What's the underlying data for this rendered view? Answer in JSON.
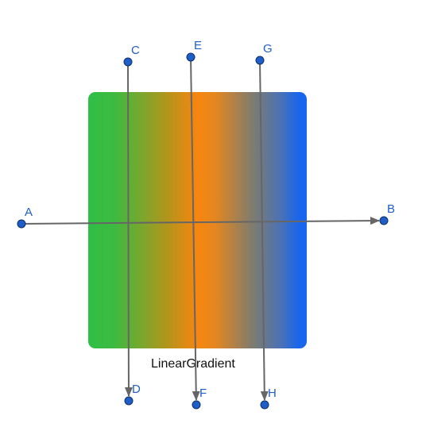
{
  "caption": "LinearGradient",
  "colors": {
    "point_fill": "#1f5ec8",
    "point_stroke": "#0f2f66",
    "line": "#666666",
    "label": "#1f5ec8",
    "gradient_stops": [
      "#2fbf46",
      "#f7850e",
      "#1766ef"
    ]
  },
  "points": [
    {
      "id": "A",
      "label": "A"
    },
    {
      "id": "B",
      "label": "B"
    },
    {
      "id": "C",
      "label": "C"
    },
    {
      "id": "D",
      "label": "D"
    },
    {
      "id": "E",
      "label": "E"
    },
    {
      "id": "F",
      "label": "F"
    },
    {
      "id": "G",
      "label": "G"
    },
    {
      "id": "H",
      "label": "H"
    }
  ],
  "vectors": [
    {
      "from": "A",
      "to": "B"
    },
    {
      "from": "C",
      "to": "D"
    },
    {
      "from": "E",
      "to": "F"
    },
    {
      "from": "G",
      "to": "H"
    }
  ]
}
